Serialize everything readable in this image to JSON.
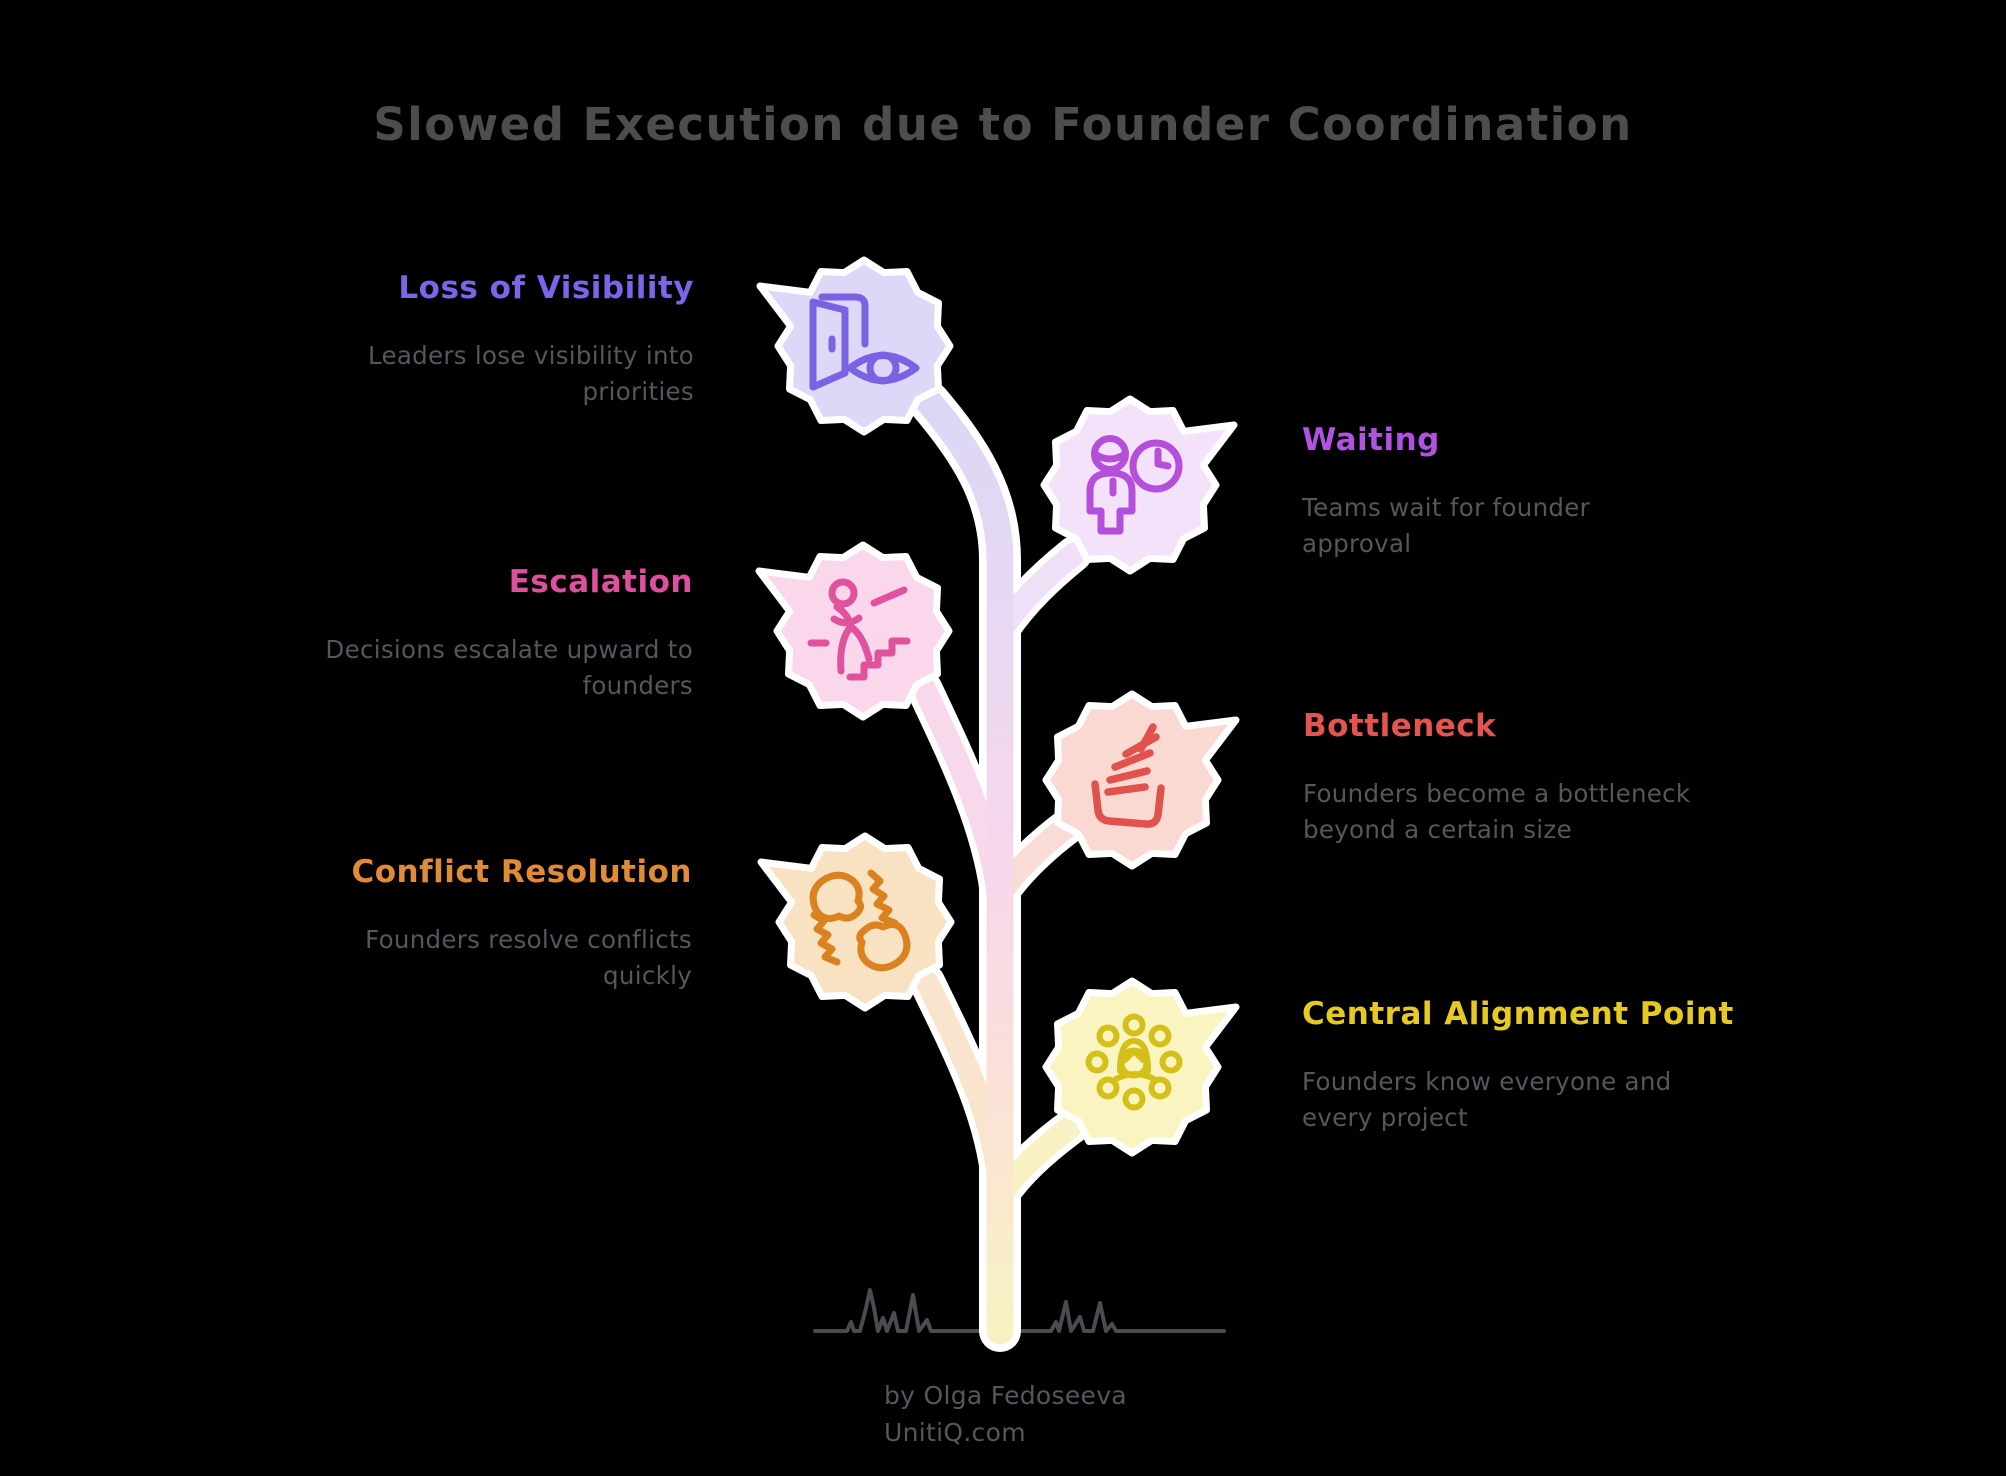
{
  "title": "Slowed Execution due to Founder Coordination",
  "nodes": [
    {
      "id": "loss-of-visibility",
      "title": "Loss of Visibility",
      "description": "Leaders lose visibility into\npriorities",
      "side": "left",
      "title_color": "#7d64e8",
      "icon": "door-eye-icon",
      "icon_color": "#7b62e3",
      "leaf_fill": "#ddd8f7",
      "stem_color": "#dfd9f6"
    },
    {
      "id": "waiting",
      "title": "Waiting",
      "description": "Teams wait for founder\napproval",
      "side": "right",
      "title_color": "#b152e2",
      "icon": "person-clock-icon",
      "icon_color": "#b44fd9",
      "leaf_fill": "#f4e2fa",
      "stem_color": "#efe0f8"
    },
    {
      "id": "escalation",
      "title": "Escalation",
      "description": "Decisions escalate upward to\nfounders",
      "side": "left",
      "title_color": "#df4f9f",
      "icon": "person-stairs-icon",
      "icon_color": "#e0519e",
      "leaf_fill": "#fbd7ec",
      "stem_color": "#f8d8eb"
    },
    {
      "id": "bottleneck",
      "title": "Bottleneck",
      "description": "Founders become a bottleneck\nbeyond a certain size",
      "side": "right",
      "title_color": "#e45450",
      "icon": "stacked-tray-icon",
      "icon_color": "#e0524d",
      "leaf_fill": "#fbd9d3",
      "stem_color": "#fadcd6"
    },
    {
      "id": "conflict-resolution",
      "title": "Conflict Resolution",
      "description": "Founders resolve conflicts\nquickly",
      "side": "left",
      "title_color": "#e28b36",
      "icon": "fist-bump-icon",
      "icon_color": "#d9821f",
      "leaf_fill": "#f9e2c2",
      "stem_color": "#f9e4cd"
    },
    {
      "id": "central-alignment-point",
      "title": "Central Alignment Point",
      "description": "Founders know everyone and\nevery project",
      "side": "right",
      "title_color": "#e7ca1f",
      "icon": "person-among-people-icon",
      "icon_color": "#d4c019",
      "leaf_fill": "#faf4c1",
      "stem_color": "#f7f1c3"
    }
  ],
  "attribution": {
    "line1": "by Olga Fedoseeva",
    "line2": "UnitiQ.com"
  },
  "colors": {
    "background": "#000000",
    "title_text": "#4d4d4d",
    "body_text": "#56575d",
    "ground_line": "#4b4c52",
    "leaf_outline": "#ffffff"
  }
}
